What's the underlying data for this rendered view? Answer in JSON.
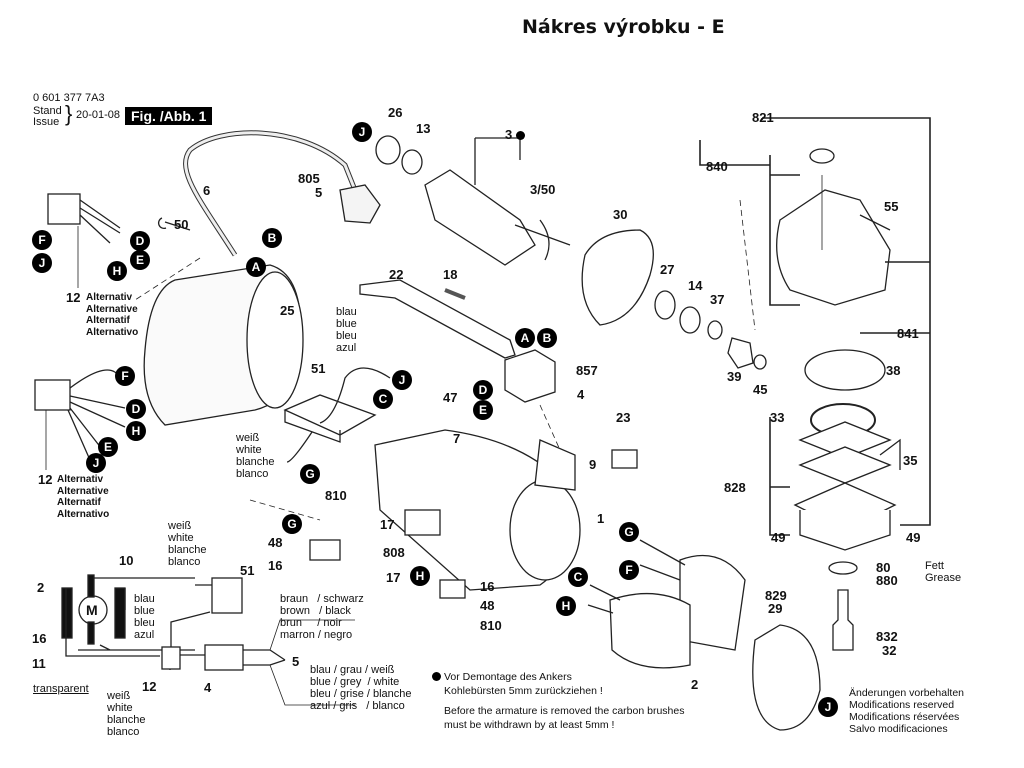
{
  "page_title": "Nákres výrobku - E",
  "header": {
    "part_number": "0 601 377 7A3",
    "stand_issue": "Stand\nIssue",
    "brace": "}",
    "date": "20-01-08",
    "figure_tag": "Fig. /Abb. 1"
  },
  "alternative_text": "Alternativ\nAlternative\nAlternatif\nAlternativo",
  "color_labels": {
    "blue": "blau\nblue\nbleu\nazul",
    "white": "weiß\nwhite\nblanche\nblanco",
    "brown_black": "braun   / schwarz\nbrown   / black\nbrun     / noir\nmarron / negro",
    "blue_grey_white": "blau / grau / weiß\nblue / grey  / white\nbleu / grise / blanche\nazul / gris   / blanco",
    "transparent": "transparent",
    "grease": "Fett\nGrease"
  },
  "motor_symbol": "M",
  "part_labels": {
    "p26": "26",
    "p13": "13",
    "p3": "3",
    "p3_50": "3/50",
    "p805": "805",
    "p5": "5",
    "p6": "6",
    "p50": "50",
    "p12a": "12",
    "p12b": "12",
    "p22": "22",
    "p18": "18",
    "p25": "25",
    "p51": "51",
    "p857": "857",
    "p4": "4",
    "p47": "47",
    "p7": "7",
    "p23": "23",
    "p9": "9",
    "p1": "1",
    "p810a": "810",
    "p17a": "17",
    "p48a": "48",
    "p16a": "16",
    "p808": "808",
    "p17b": "17",
    "p16b": "16",
    "p48b": "48",
    "p810b": "810",
    "p30": "30",
    "p27": "27",
    "p14": "14",
    "p37": "37",
    "p39": "39",
    "p45": "45",
    "p821": "821",
    "p840": "840",
    "p55": "55",
    "p841": "841",
    "p38": "38",
    "p33": "33",
    "p35": "35",
    "p828": "828",
    "p49a": "49",
    "p49b": "49",
    "p80": "80",
    "p880": "880",
    "p829": "829",
    "p29": "29",
    "p832": "832",
    "p32": "32",
    "p2": "2",
    "s10": "10",
    "s2": "2",
    "s16": "16",
    "s11": "11",
    "s51": "51",
    "s12": "12",
    "s4": "4",
    "s5": "5"
  },
  "connector_badges": {
    "J_top": "J",
    "B_cord": "B",
    "A_cord": "A",
    "F1": "F",
    "D1": "D",
    "J1": "J",
    "E1": "E",
    "H1": "H",
    "F2": "F",
    "D2": "D",
    "H2": "H",
    "E2": "E",
    "J2": "J",
    "J_blue": "J",
    "C_sw": "C",
    "G_white": "G",
    "A_sw": "A",
    "B_sw": "B",
    "D_sw": "D",
    "E_sw": "E",
    "G_brush": "G",
    "H_brush": "H",
    "G_field": "G",
    "F_field": "F",
    "C_field": "C",
    "H_field": "H",
    "J_guard": "J"
  },
  "notes": {
    "german_l1": "Vor Demontage des Ankers",
    "german_l2": "Kohlebürsten 5mm zurückziehen !",
    "english_l1": "Before the armature is removed the carbon brushes",
    "english_l2": "must be withdrawn by at least 5mm !"
  },
  "modifications": "Änderungen vorbehalten\nModifications reserved\nModifications réservées\nSalvo modificaciones"
}
